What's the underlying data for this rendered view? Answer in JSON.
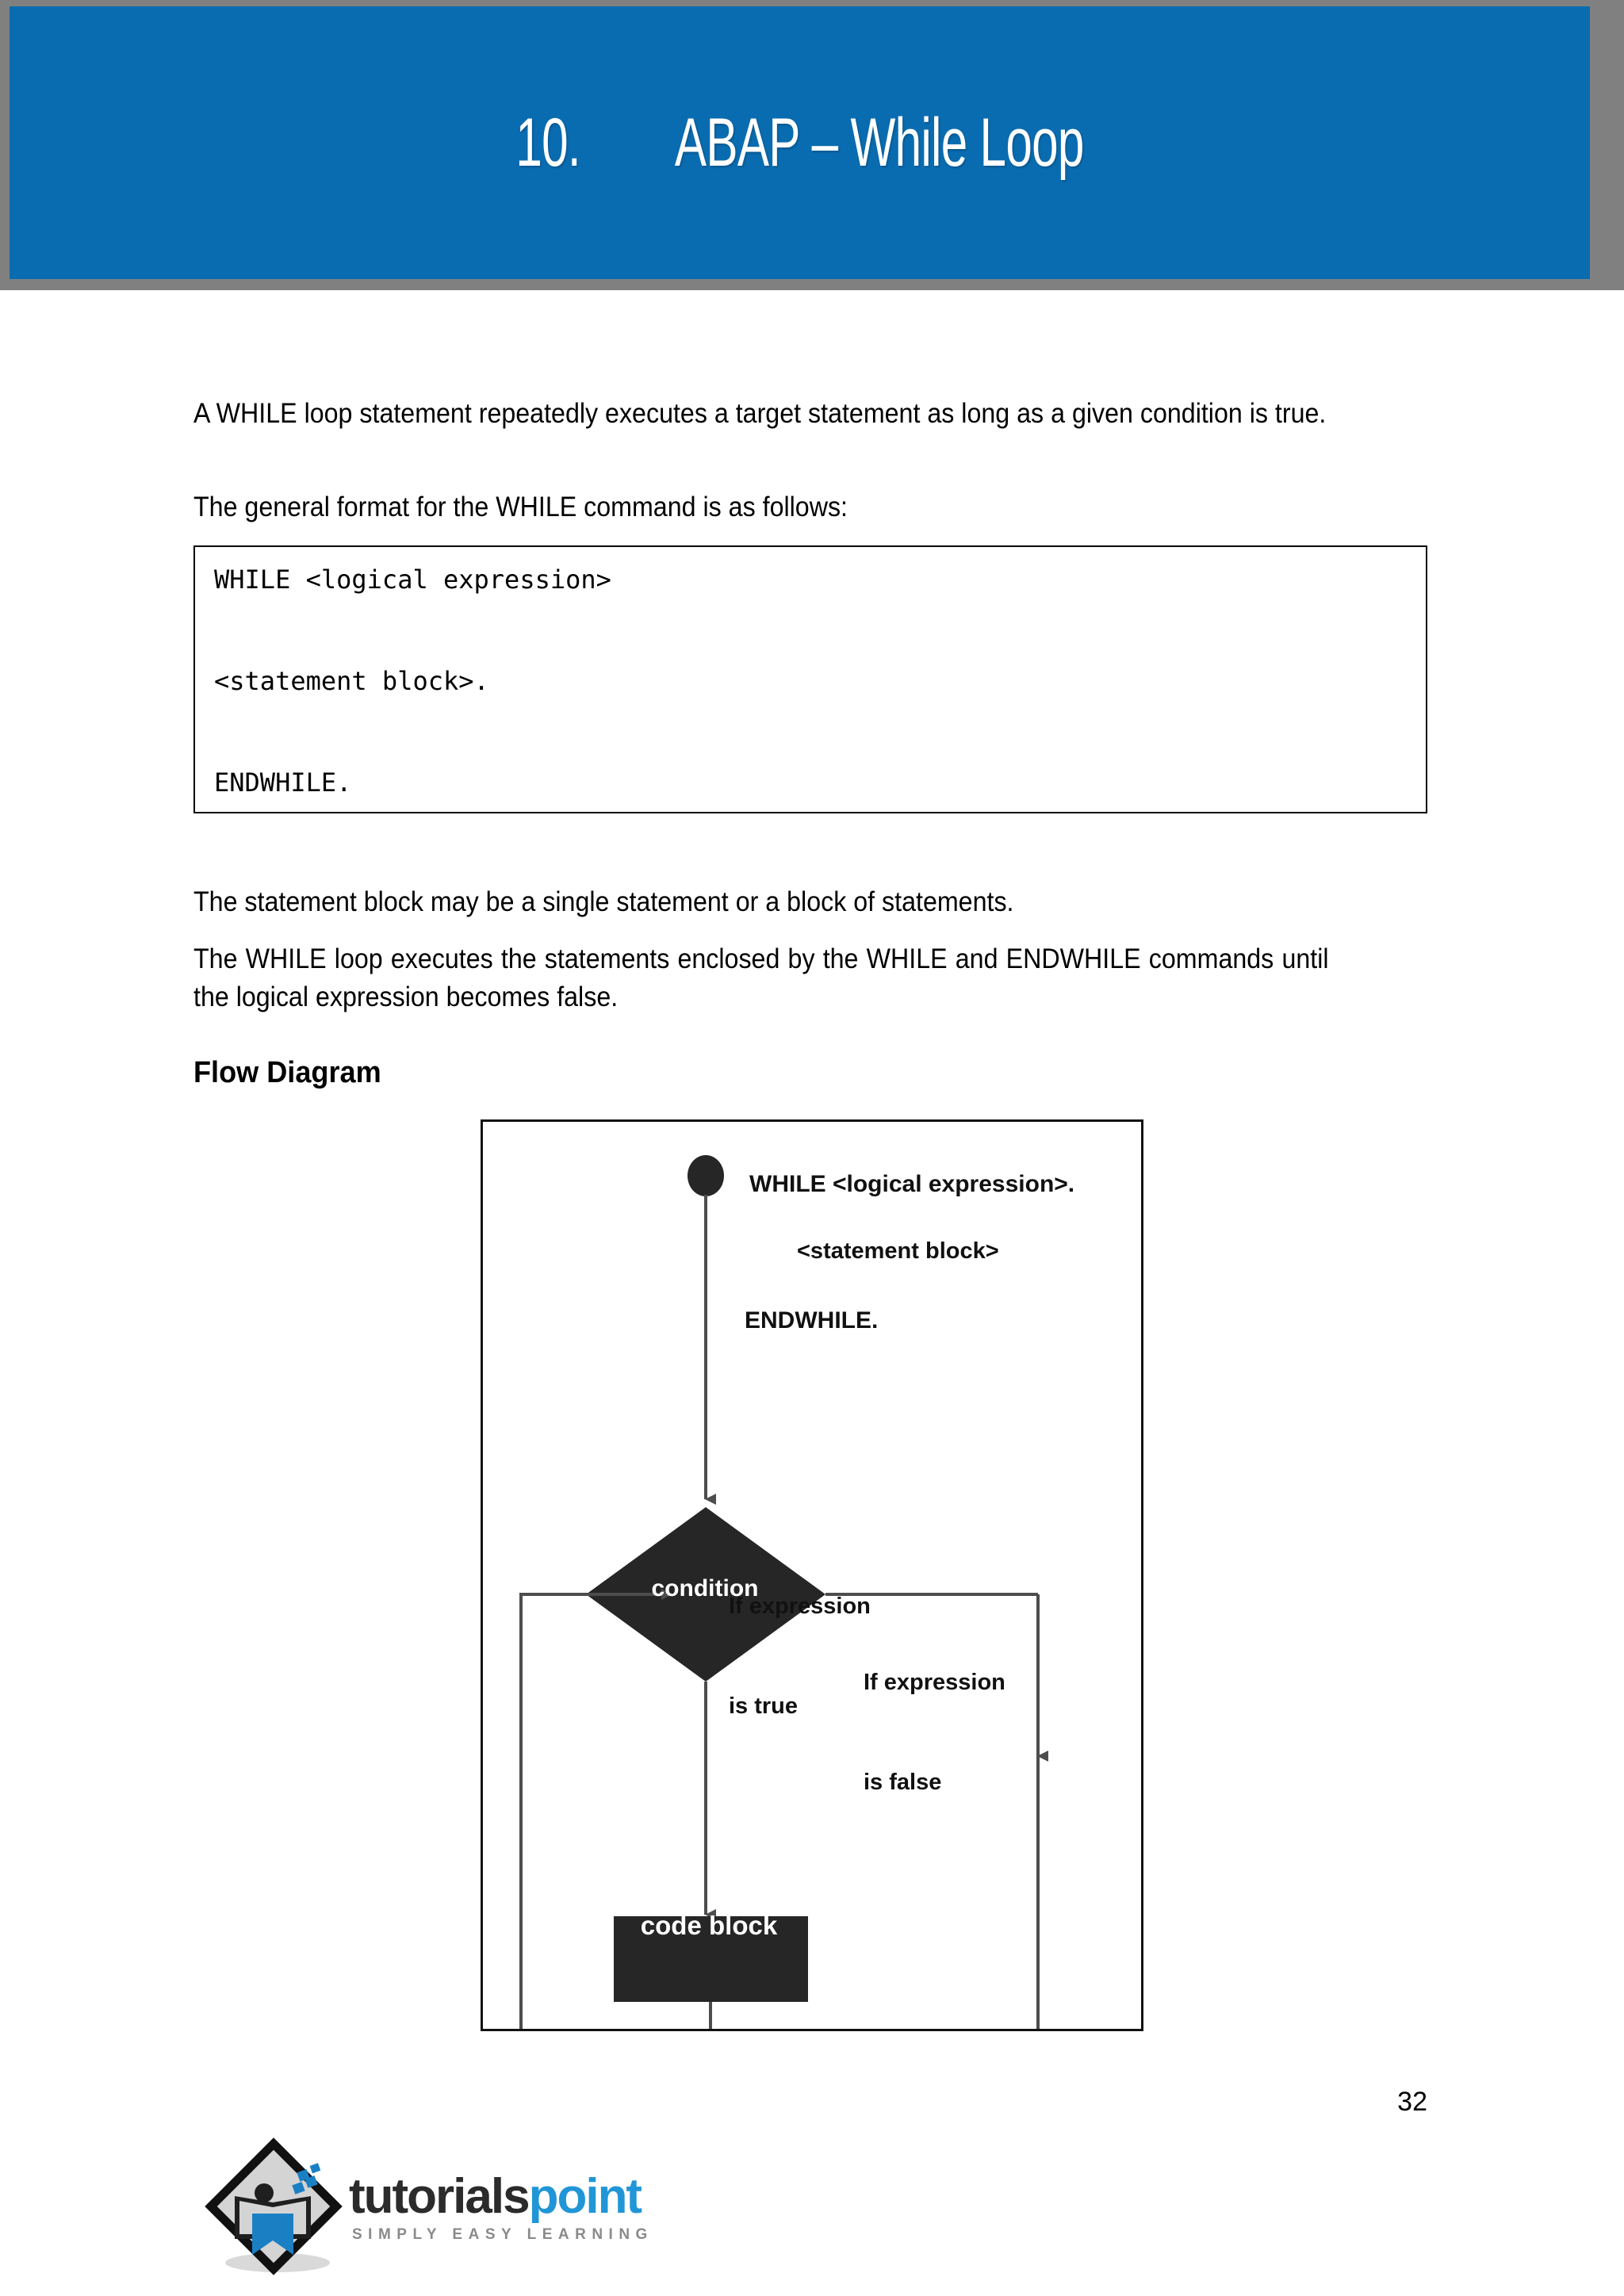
{
  "header": {
    "chapter_number": "10.",
    "title": "ABAP – While Loop",
    "full_title": "10.  ABAP – While Loop",
    "banner_color": "#0A6CB0",
    "border_color": "#808080",
    "title_color": "#FFFFFF"
  },
  "body": {
    "paragraph_1": "A WHILE loop statement repeatedly executes a target statement as long as a given condition is true.",
    "paragraph_2": "The general format for the WHILE command is as follows:",
    "paragraph_3": "The statement block may be a single statement or a block of statements.",
    "paragraph_4": "The WHILE loop executes the statements enclosed by the WHILE and ENDWHILE commands until the logical expression becomes false.",
    "section_heading": "Flow Diagram"
  },
  "code_box": {
    "line_1": "WHILE <logical expression>",
    "line_2": "<statement block>.",
    "line_3": "ENDWHILE.",
    "border_color": "#000000"
  },
  "diagram": {
    "annotation_line_1": "WHILE <logical expression>.",
    "annotation_line_2": "<statement block>",
    "annotation_line_3": "ENDWHILE.",
    "decision_label": "condition",
    "process_label": "code block",
    "edge_label_true": "If expression\nis true",
    "edge_label_false": "If expression\nis false",
    "edge_label_true_l1": "If expression",
    "edge_label_true_l2": "is true",
    "edge_label_false_l1": "If expression",
    "edge_label_false_l2": "is false",
    "node_fill": "#262626",
    "line_color": "#4d4d4d",
    "border_color": "#111111"
  },
  "footer": {
    "page_number": "32",
    "logo_primary": "tutorials",
    "logo_secondary": "point",
    "logo_tagline": "SIMPLY EASY LEARNING",
    "logo_primary_color": "#2b2b2b",
    "logo_secondary_color": "#2196d6",
    "logo_tagline_color": "#8a8a8a"
  }
}
